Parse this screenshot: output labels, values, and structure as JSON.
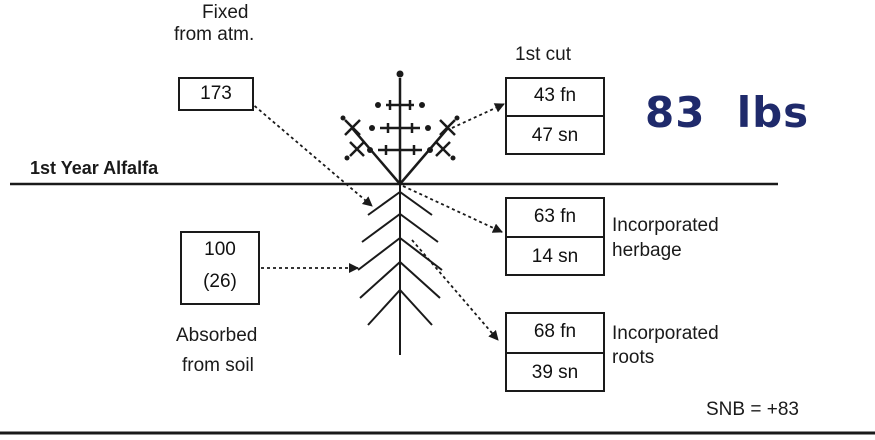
{
  "fixed": {
    "label_line1": "Fixed",
    "label_line2": "from atm.",
    "value": "173"
  },
  "cut": {
    "label": "1st cut",
    "fn": "43 fn",
    "sn": "47 sn"
  },
  "highlight": {
    "text": "83  lbs",
    "color": "#1f2a6b"
  },
  "year_label": "1st Year Alfalfa",
  "absorbed": {
    "value": "100",
    "sub_value": "(26)",
    "label_line1": "Absorbed",
    "label_line2": "from soil"
  },
  "herbage": {
    "fn": "63 fn",
    "sn": "14 sn",
    "label_line1": "Incorporated",
    "label_line2": "herbage"
  },
  "roots": {
    "fn": "68 fn",
    "sn": "39 sn",
    "label_line1": "Incorporated",
    "label_line2": "roots"
  },
  "snb": "SNB = +83"
}
